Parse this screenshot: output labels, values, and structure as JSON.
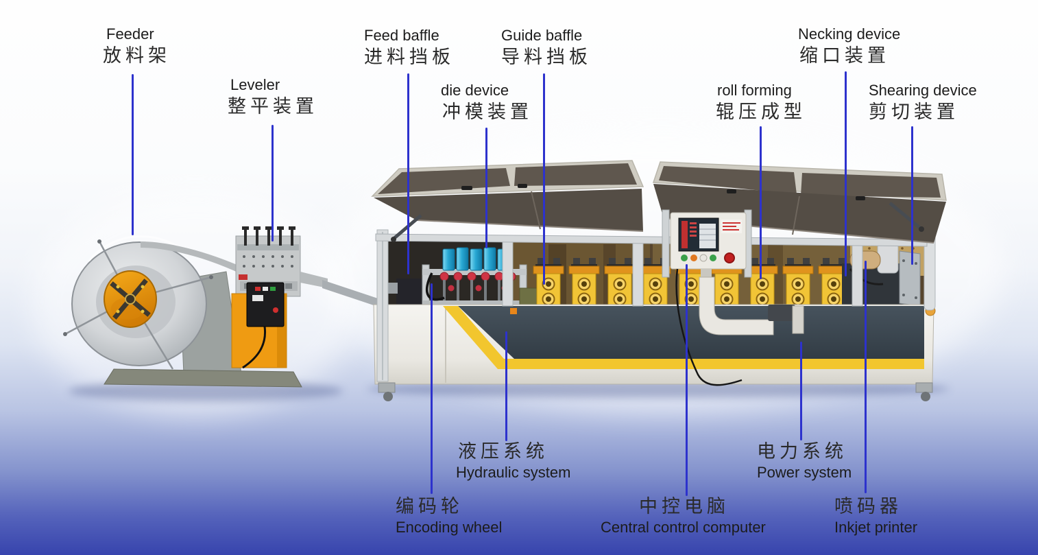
{
  "diagram": {
    "kind": "annotated equipment diagram",
    "colors": {
      "leader_line": "#2d32cd",
      "label_text": "#1f1f1f",
      "background_bottom": "#3744ad",
      "accent_orange": "#ef9b12",
      "accent_yellow": "#f2c62e",
      "machine_panel_dark": "#3c4750",
      "die_cylinder_blue": "#2fb0d8"
    }
  },
  "labels": [
    {
      "id": "feeder",
      "en": "Feeder",
      "zh": "放料架"
    },
    {
      "id": "leveler",
      "en": "Leveler",
      "zh": "整平装置"
    },
    {
      "id": "feed-baffle",
      "en": "Feed baffle",
      "zh": "进料挡板"
    },
    {
      "id": "guide-baffle",
      "en": "Guide baffle",
      "zh": "导料挡板"
    },
    {
      "id": "die-device",
      "en": "die device",
      "zh": "冲模装置"
    },
    {
      "id": "necking-device",
      "en": "Necking device",
      "zh": "缩口装置"
    },
    {
      "id": "roll-forming",
      "en": "roll forming",
      "zh": "辊压成型"
    },
    {
      "id": "shearing-device",
      "en": "Shearing device",
      "zh": "剪切装置"
    },
    {
      "id": "hydraulic-system",
      "en": "Hydraulic system",
      "zh": "液压系统"
    },
    {
      "id": "power-system",
      "en": "Power system",
      "zh": "电力系统"
    },
    {
      "id": "encoding-wheel",
      "en": "Encoding wheel",
      "zh": "编码轮"
    },
    {
      "id": "central-control-computer",
      "en": "Central control computer",
      "zh": "中控电脑"
    },
    {
      "id": "inkjet-printer",
      "en": "Inkjet printer",
      "zh": "喷码器"
    }
  ]
}
